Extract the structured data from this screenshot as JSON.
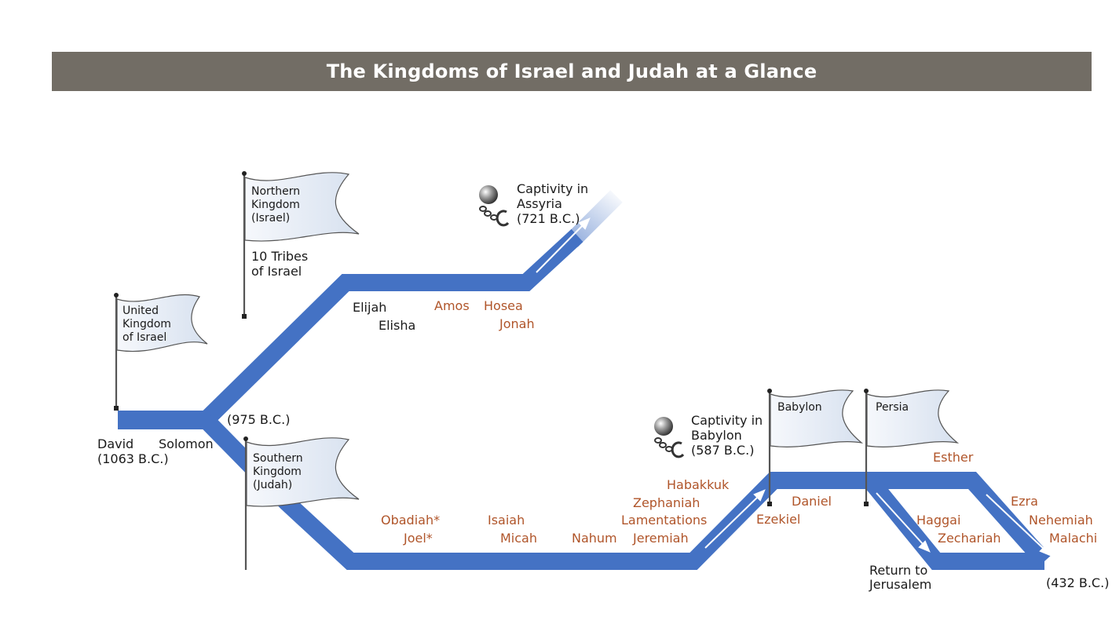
{
  "title": "The Kingdoms of Israel and Judah at a Glance",
  "colors": {
    "banner_bg": "#726d65",
    "track": "#4472c4",
    "prophet_text": "#b0552a",
    "text": "#1a1a1a",
    "flag_fill": "#eaf0f8",
    "flag_stroke": "#555555"
  },
  "flags": {
    "united": [
      "United",
      "Kingdom",
      "of Israel"
    ],
    "northern": [
      "Northern",
      "Kingdom",
      "(Israel)"
    ],
    "southern": [
      "Southern",
      "Kingdom",
      "(Judah)"
    ],
    "babylon": [
      "Babylon"
    ],
    "persia": [
      "Persia"
    ]
  },
  "labels": {
    "david": "David",
    "david_date": "(1063 B.C.)",
    "solomon": "Solomon",
    "split_date": "(975 B.C.)",
    "ten_tribes": [
      "10 Tribes",
      "of Israel"
    ],
    "elijah": "Elijah",
    "elisha": "Elisha",
    "captivity_assyria": [
      "Captivity in",
      "Assyria",
      "(721 B.C.)"
    ],
    "captivity_babylon": [
      "Captivity in",
      "Babylon",
      "(587 B.C.)"
    ],
    "return": [
      "Return to",
      "Jerusalem"
    ],
    "end_date": "(432 B.C.)"
  },
  "prophets": {
    "amos": "Amos",
    "hosea": "Hosea",
    "jonah": "Jonah",
    "obadiah": "Obadiah*",
    "joel": "Joel*",
    "isaiah": "Isaiah",
    "micah": "Micah",
    "nahum": "Nahum",
    "jeremiah": "Jeremiah",
    "lamentations": "Lamentations",
    "zephaniah": "Zephaniah",
    "habakkuk": "Habakkuk",
    "ezekiel": "Ezekiel",
    "daniel": "Daniel",
    "esther": "Esther",
    "haggai": "Haggai",
    "zechariah": "Zechariah",
    "ezra": "Ezra",
    "nehemiah": "Nehemiah",
    "malachi": "Malachi"
  },
  "icons": {
    "assyria": "ball-and-chain-icon",
    "babylon": "ball-and-chain-icon"
  }
}
